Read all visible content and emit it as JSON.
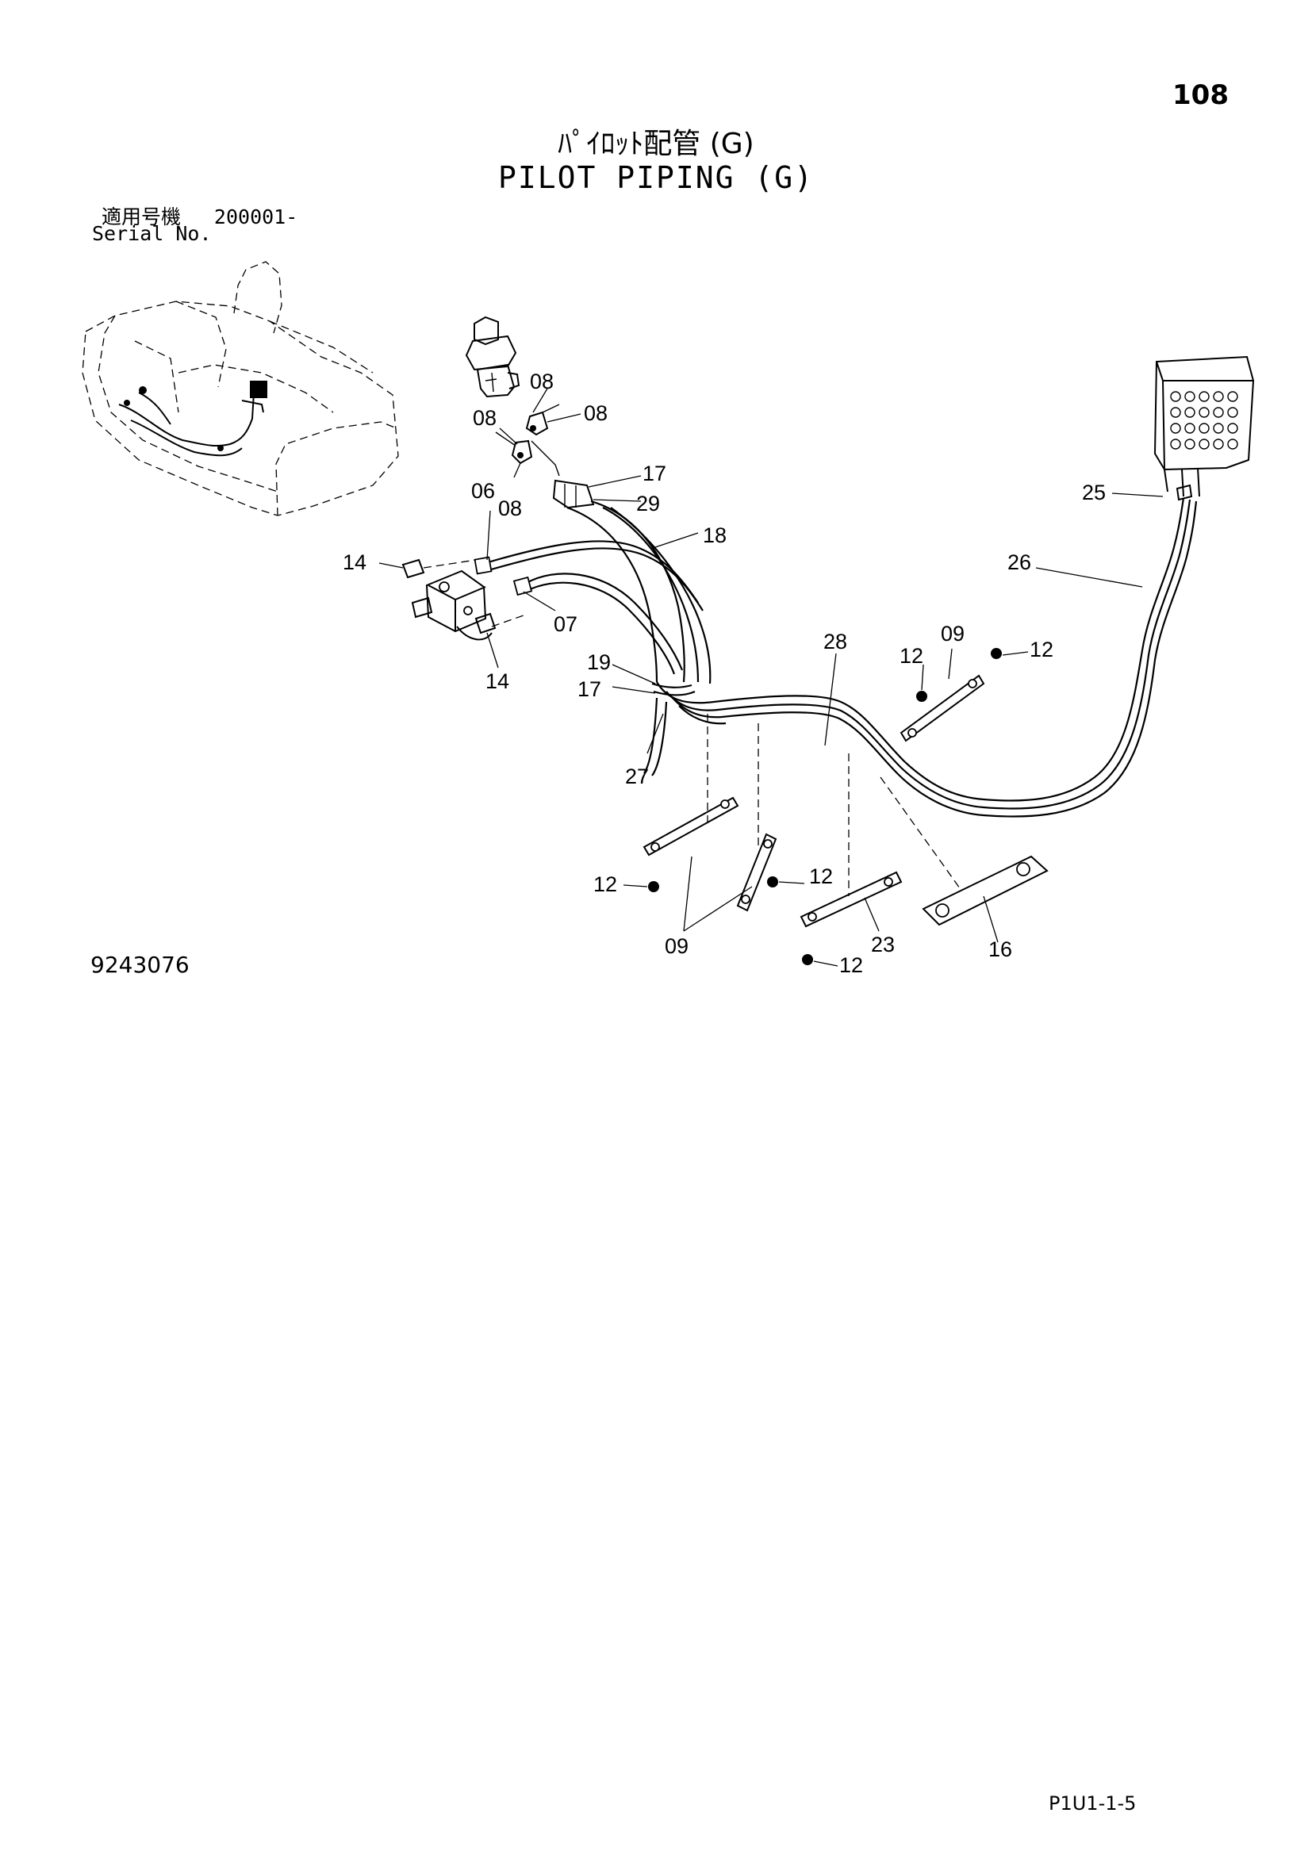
{
  "page_number": "108",
  "title_jp": "ﾊﾟｲﾛｯﾄ配管 (G)",
  "title_en": "PILOT PIPING (G)",
  "serial": {
    "label_jp": "適用号機",
    "label_en": "Serial No.",
    "value": "200001-"
  },
  "drawing_number": "9243076",
  "page_code": "P1U1-1-5",
  "callouts": [
    "08",
    "08",
    "08",
    "08",
    "17",
    "29",
    "06",
    "18",
    "14",
    "07",
    "14",
    "19",
    "17",
    "27",
    "28",
    "09",
    "12",
    "12",
    "25",
    "26",
    "12",
    "12",
    "09",
    "23",
    "12",
    "16"
  ]
}
